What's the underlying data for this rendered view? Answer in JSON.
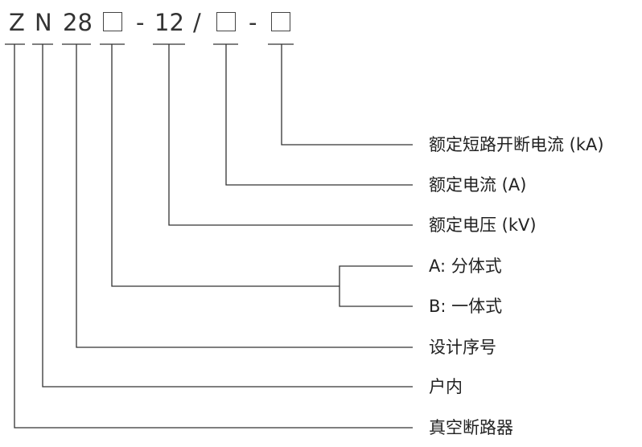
{
  "code": {
    "z": "Z",
    "n": "N",
    "series": "28",
    "dash1": "-",
    "voltage": "12",
    "slash": "/",
    "dash2": "-"
  },
  "labels": {
    "breaking_current": "额定短路开断电流 (kA)",
    "rated_current": "额定电流 (A)",
    "rated_voltage": "额定电压 (kV)",
    "type_a": "A: 分体式",
    "type_b": "B: 一体式",
    "design_number": "设计序号",
    "indoor": "户内",
    "vacuum_breaker": "真空断路器"
  },
  "colors": {
    "line": "#333333",
    "text": "#222222"
  }
}
